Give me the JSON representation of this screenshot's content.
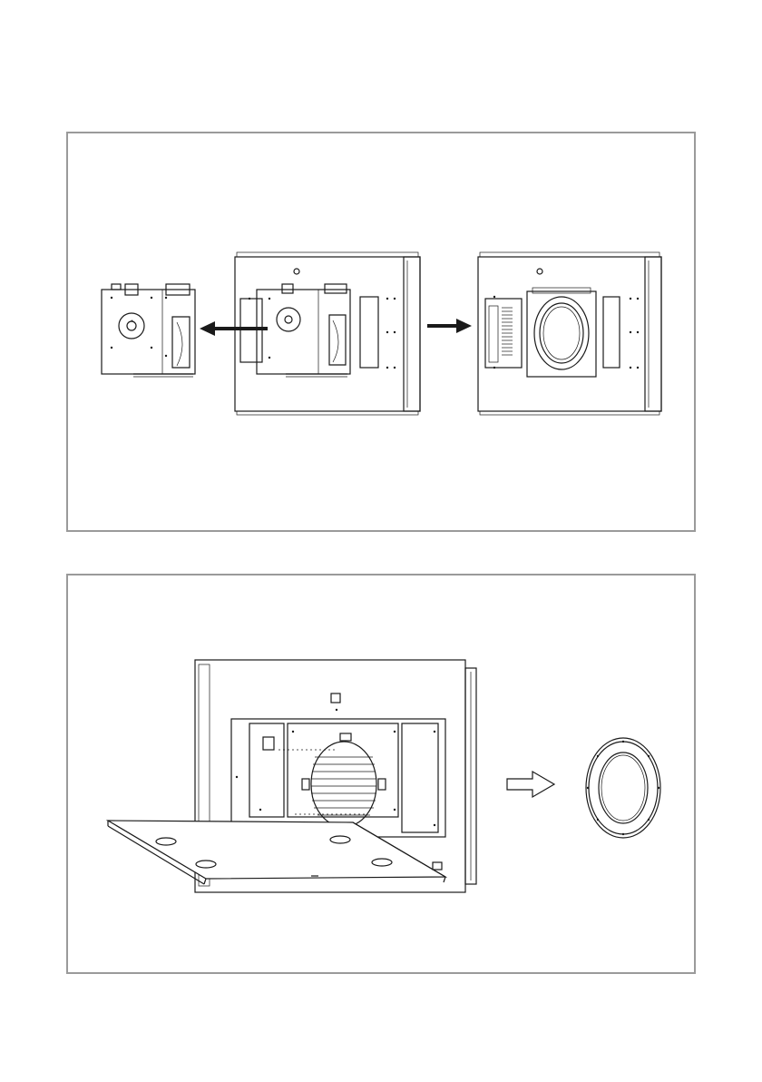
{
  "figure": {
    "panels": [
      {
        "id": "panel-1",
        "content": "unit-disassembly"
      },
      {
        "id": "panel-2",
        "content": "hinged-panel-and-ring"
      }
    ],
    "colors": {
      "frame": "#9a9a9a",
      "line": "#1a1a1a",
      "background": "#ffffff"
    }
  }
}
